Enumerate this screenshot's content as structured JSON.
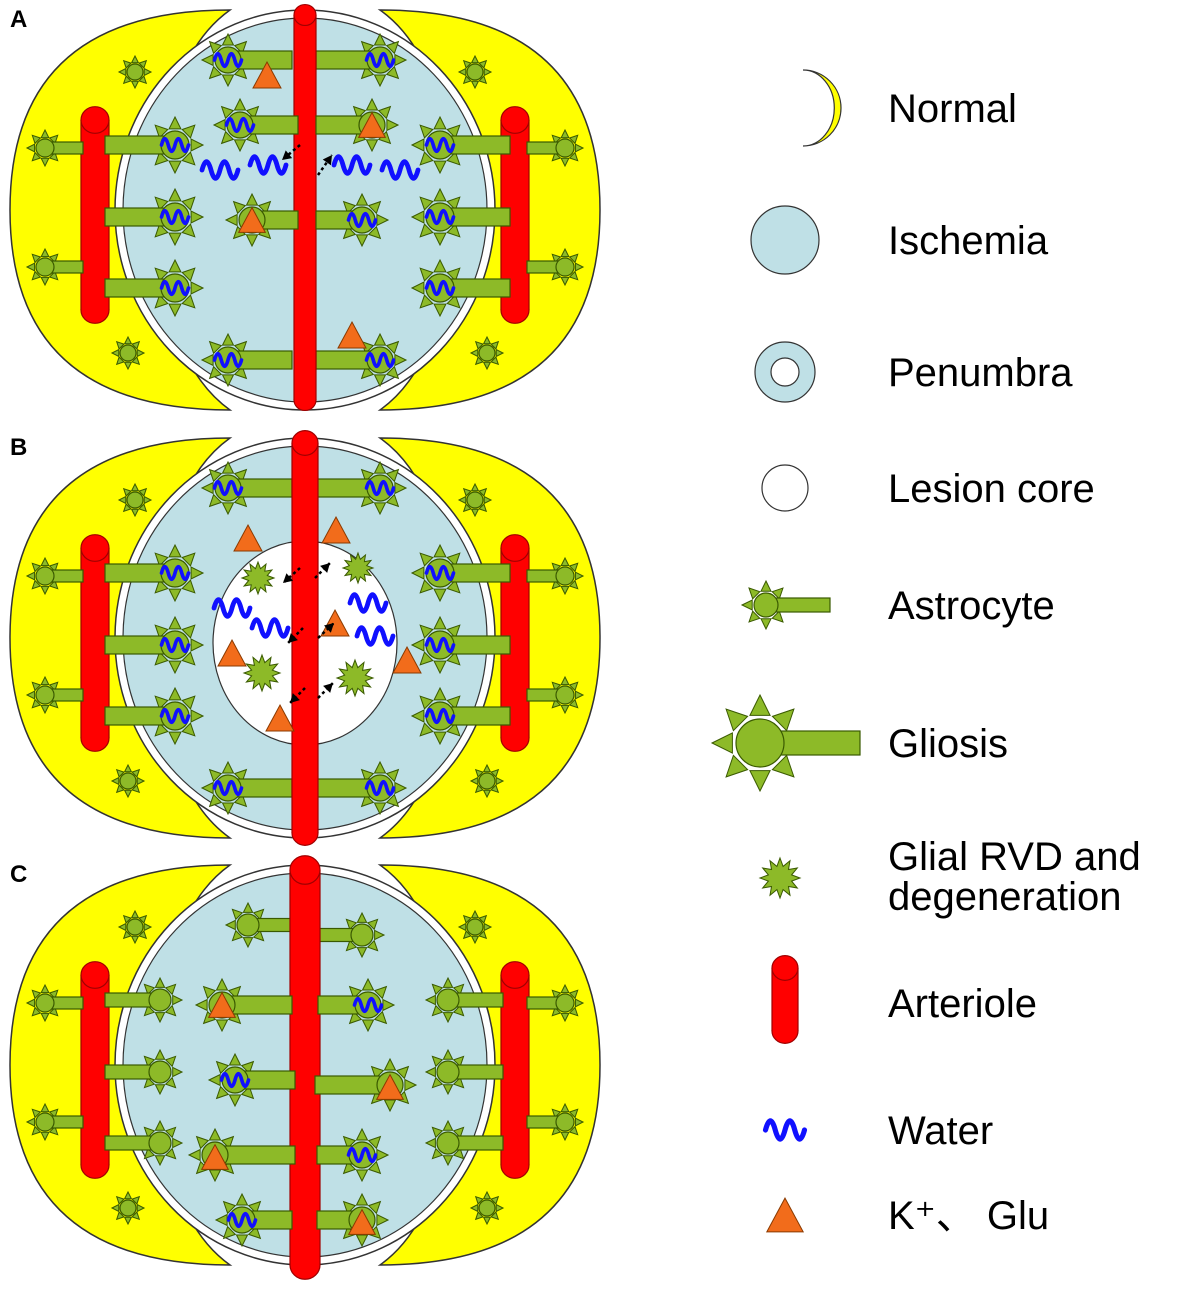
{
  "panels": [
    {
      "label": "A",
      "state": "penumbra-edema"
    },
    {
      "label": "B",
      "state": "lesion-core-gliosis"
    },
    {
      "label": "C",
      "state": "recovery-gliosis"
    }
  ],
  "legend": [
    {
      "key": "normal",
      "icon": "crescent-icon",
      "lines": [
        "Normal"
      ]
    },
    {
      "key": "ischemia",
      "icon": "ischemia-circle-icon",
      "lines": [
        "Ischemia"
      ]
    },
    {
      "key": "penumbra",
      "icon": "ring-icon",
      "lines": [
        "Penumbra"
      ]
    },
    {
      "key": "lesion-core",
      "icon": "white-circle-icon",
      "lines": [
        "Lesion core"
      ]
    },
    {
      "key": "astrocyte",
      "icon": "astrocyte-icon",
      "lines": [
        "Astrocyte"
      ]
    },
    {
      "key": "gliosis",
      "icon": "gliosis-icon",
      "lines": [
        "Gliosis"
      ]
    },
    {
      "key": "glial-rvd",
      "icon": "starburst-icon",
      "lines": [
        "Glial RVD and",
        "degeneration"
      ]
    },
    {
      "key": "arteriole",
      "icon": "arteriole-icon",
      "lines": [
        "Arteriole"
      ]
    },
    {
      "key": "water",
      "icon": "water-wave-icon",
      "lines": [
        "Water"
      ]
    },
    {
      "key": "k-glu",
      "icon": "triangle-icon",
      "lines": [
        "K⁺、 Glu"
      ]
    }
  ],
  "colors": {
    "normal": "#ffff00",
    "ischemia": "#bfe0e6",
    "lesion_core": "#ffffff",
    "astrocyte": "#8dba28",
    "astrocyte_dark": "#3a5a00",
    "arteriole": "#ff0000",
    "arteriole_dark": "#a00000",
    "water": "#1010ff",
    "ion": "#f26c1b",
    "outline": "#333333"
  }
}
